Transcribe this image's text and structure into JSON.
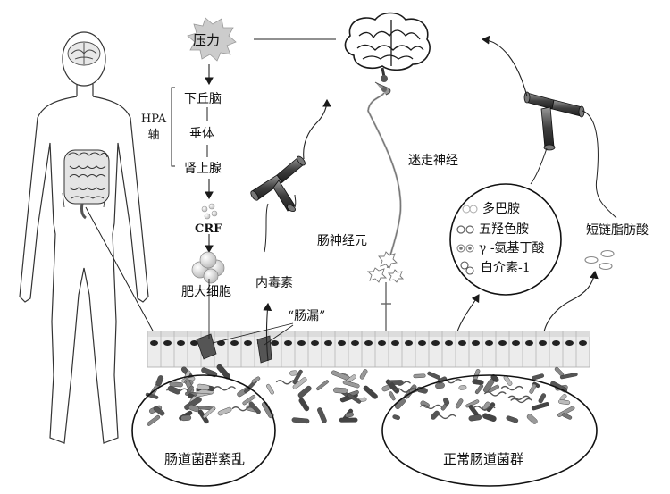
{
  "stress": "压力",
  "hpa_axis": {
    "label_line1": "HPA",
    "label_line2": "轴",
    "hypothalamus": "下丘脑",
    "pituitary": "垂体",
    "adrenal": "肾上腺"
  },
  "crf": "CRF",
  "mast_cell": "肥大细胞",
  "endotoxin": "内毒素",
  "leaky_gut": "“肠漏”",
  "vagus_nerve": "迷走神经",
  "enteric_neuron": "肠神经元",
  "neurotransmitters": [
    "多巴胺",
    "五羟色胺",
    "γ -氨基丁酸",
    "白介素-1"
  ],
  "scfa": "短链脂肪酸",
  "dysbiosis": "肠道菌群紊乱",
  "normal_flora": "正常肠道菌群",
  "colors": {
    "line": "#1a1a1a",
    "epithelium": "#ebebeb",
    "bacteria_dark": "#555555",
    "bacteria_light": "#bdbdbd"
  }
}
